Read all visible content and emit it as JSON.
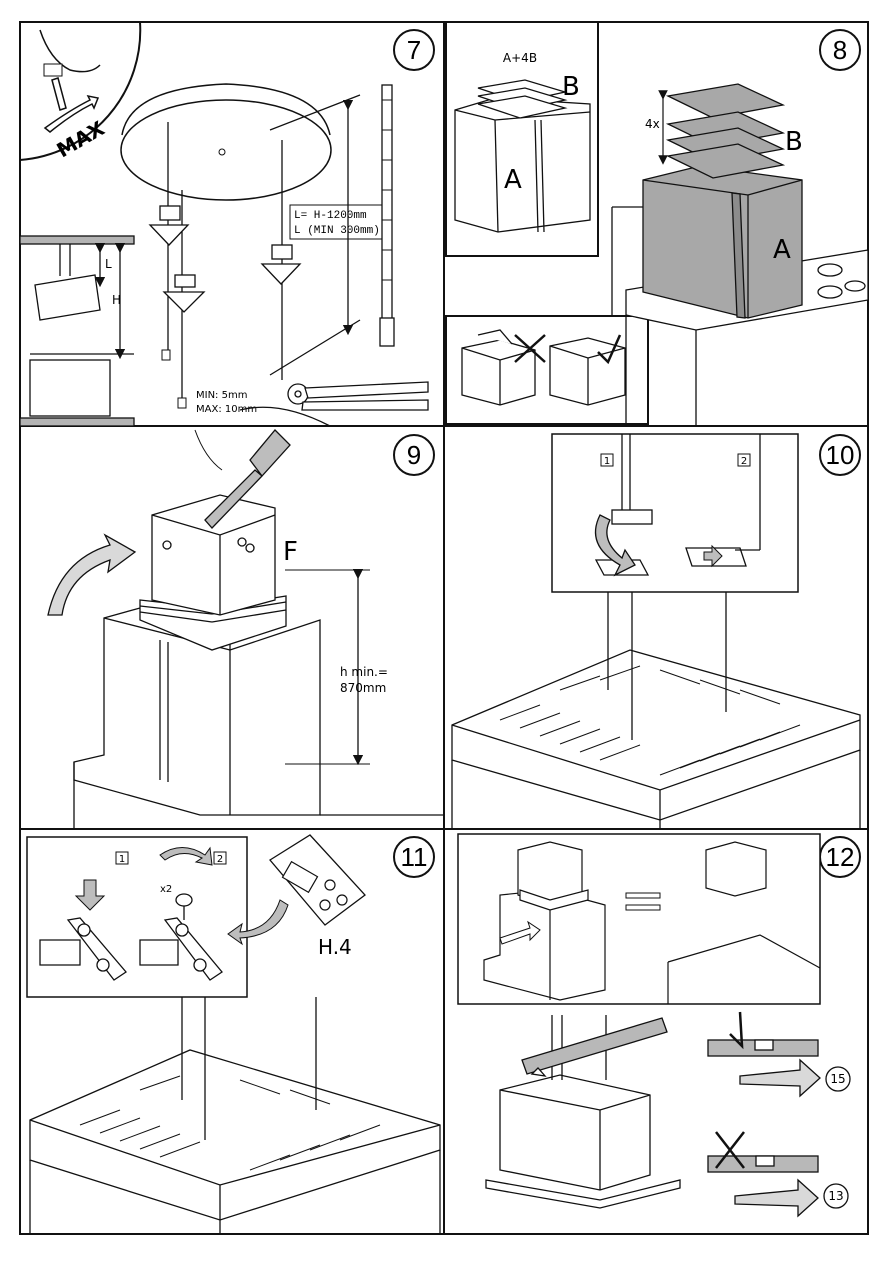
{
  "steps": {
    "s7": {
      "number": "7",
      "lengthFormula": "L= H-1200mm",
      "lengthMin": "L (MIN 300mm)",
      "gapMin": "MIN: 5mm",
      "gapMax": "MAX: 10mm",
      "torque": "MAX",
      "labelL": "L",
      "labelH": "H"
    },
    "s8": {
      "number": "8",
      "combo": "A+4B",
      "labelA": "A",
      "labelB": "B",
      "count": "4x"
    },
    "s9": {
      "number": "9",
      "labelF": "F",
      "heightLabel": "h min.=",
      "heightValue": "870mm"
    },
    "s10": {
      "number": "10",
      "sub1": "1",
      "sub2": "2"
    },
    "s11": {
      "number": "11",
      "sub1": "1",
      "sub2": "2",
      "screwCount": "x2",
      "bag": "H.4"
    },
    "s12": {
      "number": "12",
      "nextOk": "15",
      "nextBad": "13"
    }
  },
  "colors": {
    "line": "#111111",
    "gray": "#a8a8a8",
    "grayDark": "#8c8c8c",
    "arrowFill": "#d9d9d9"
  }
}
